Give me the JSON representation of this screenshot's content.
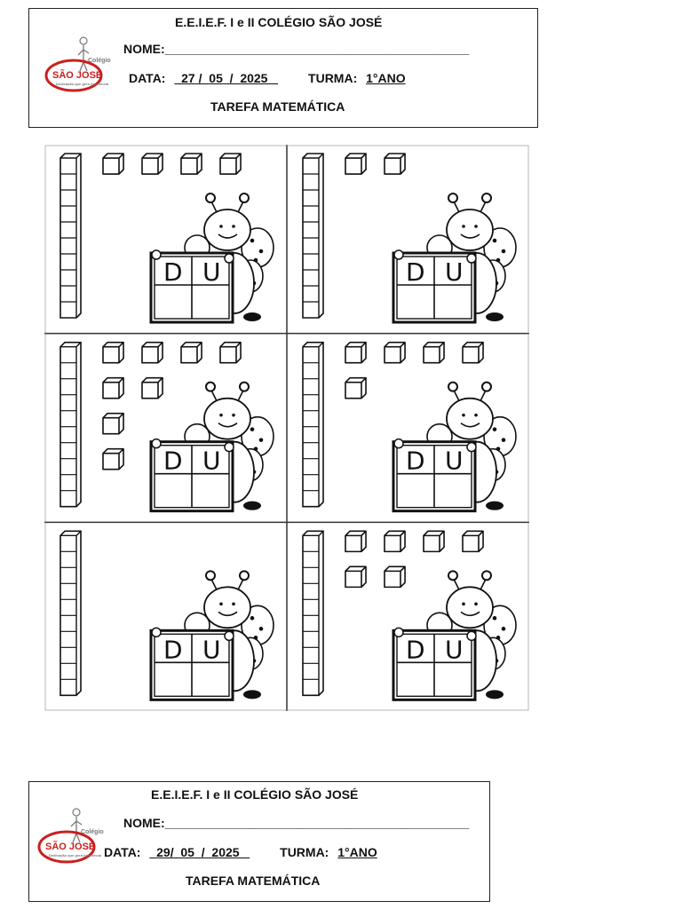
{
  "headers": [
    {
      "school": "E.E.I.E.F. I e II COLÉGIO SÃO JOSÉ",
      "nome_label": "NOME:",
      "nome_blank": "____________________________________________",
      "data_label": "DATA:",
      "day": "27",
      "month": "05",
      "year": "2025",
      "sep": "/",
      "turma_label": "TURMA:",
      "turma_value": "1°ANO",
      "task": "TAREFA MATEMÁTICA"
    },
    {
      "school": "E.E.I.E.F. I e II COLÉGIO SÃO JOSÉ",
      "nome_label": "NOME:",
      "nome_blank": "____________________________________________",
      "data_label": "DATA:",
      "day": "29",
      "month": "05",
      "year": "2025",
      "sep": "/",
      "turma_label": "TURMA:",
      "turma_value": "1°ANO",
      "task": "TAREFA  MATEMÁTICA"
    }
  ],
  "logo": {
    "top_text": "Colégio",
    "main_text": "SÃO JOSÉ",
    "tagline": "Dedicação que gera excelência",
    "colors": {
      "red": "#c8201e",
      "gray": "#7a7a7a"
    }
  },
  "place_value_labels": {
    "tens": "D",
    "units": "U"
  },
  "exercises": [
    {
      "tens": 1,
      "units": 4
    },
    {
      "tens": 1,
      "units": 2
    },
    {
      "tens": 1,
      "units": 8
    },
    {
      "tens": 1,
      "units": 5
    },
    {
      "tens": 1,
      "units": 0
    },
    {
      "tens": 1,
      "units": 6
    }
  ]
}
